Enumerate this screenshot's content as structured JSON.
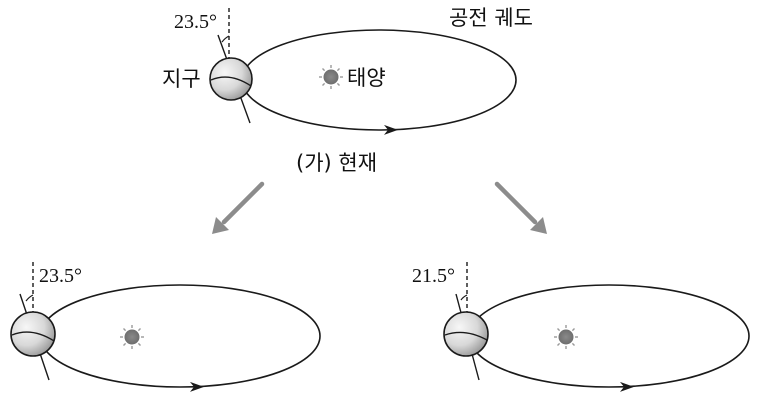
{
  "top": {
    "orbit_label": "공전 궤도",
    "earth_label": "지구",
    "sun_label": "태양",
    "tilt_label": "23.5°",
    "caption": "(가) 현재"
  },
  "bottom_left": {
    "tilt_label": "23.5°"
  },
  "bottom_right": {
    "tilt_label": "21.5°"
  },
  "colors": {
    "line": "#1a1a1a",
    "arrow": "#8c8c8c",
    "sun": "#7a7a7a",
    "earth_light": "#f2f2f2",
    "earth_dark": "#9a9a9a"
  }
}
